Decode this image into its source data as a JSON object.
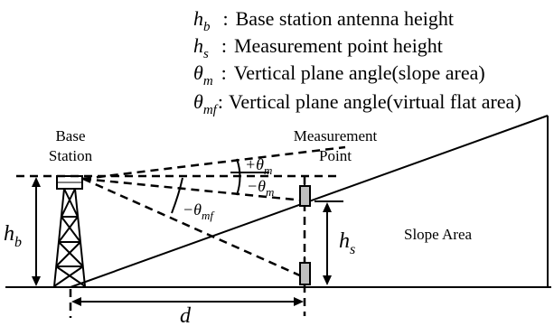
{
  "legend": [
    {
      "symbol": "h",
      "sub": "b",
      "sep": ":",
      "text": "Base station antenna height"
    },
    {
      "symbol": "h",
      "sub": "s",
      "sep": ":",
      "text": "Measurement point height"
    },
    {
      "symbol": "θ",
      "sub": "m",
      "sep": ":",
      "text": "Vertical plane angle(slope area)"
    },
    {
      "symbol": "θ",
      "sub": "mf",
      "sep": ":",
      "text": "Vertical plane angle(virtual flat area)"
    }
  ],
  "labels": {
    "base_line1": "Base",
    "base_line2": "Station",
    "meas_line1": "Measurement",
    "meas_line2": "Point",
    "slope_area": "Slope Area"
  },
  "symbols": {
    "hb": {
      "main": "h",
      "sub": "b"
    },
    "hs": {
      "main": "h",
      "sub": "s"
    },
    "d": "d",
    "plus_theta_m": {
      "main": "+θ",
      "sub": "m"
    },
    "minus_theta_m": {
      "main": "−θ",
      "sub": "m"
    },
    "minus_theta_mf": {
      "main": "−θ",
      "sub": "mf"
    }
  },
  "colors": {
    "ink": "#000000",
    "device_fill": "#bfbfbf"
  }
}
